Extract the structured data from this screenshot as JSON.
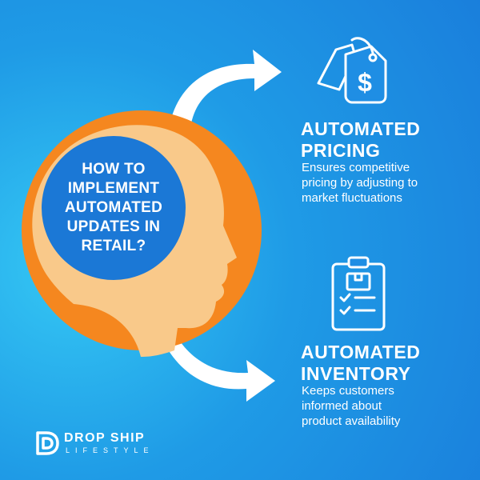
{
  "colors": {
    "background": "#1f8fe3",
    "head_circle": "#f5871f",
    "head_silhouette": "#f9c98a",
    "brain_circle": "#1b78d6",
    "text": "#ffffff"
  },
  "center": {
    "question_lines": [
      "HOW TO",
      "IMPLEMENT",
      "AUTOMATED",
      "UPDATES IN",
      "RETAIL?"
    ]
  },
  "pricing": {
    "icon": "price-tag-icon",
    "heading_lines": [
      "AUTOMATED",
      "PRICING"
    ],
    "description_lines": [
      "Ensures competitive",
      "pricing by adjusting to",
      "market fluctuations"
    ]
  },
  "inventory": {
    "icon": "clipboard-checklist-icon",
    "heading_lines": [
      "AUTOMATED",
      "INVENTORY"
    ],
    "description_lines": [
      "Keeps customers",
      "informed about",
      "product availability"
    ]
  },
  "logo": {
    "icon": "drop-ship-logo-icon",
    "word": "DROP SHIP",
    "sub": "LIFESTYLE"
  }
}
